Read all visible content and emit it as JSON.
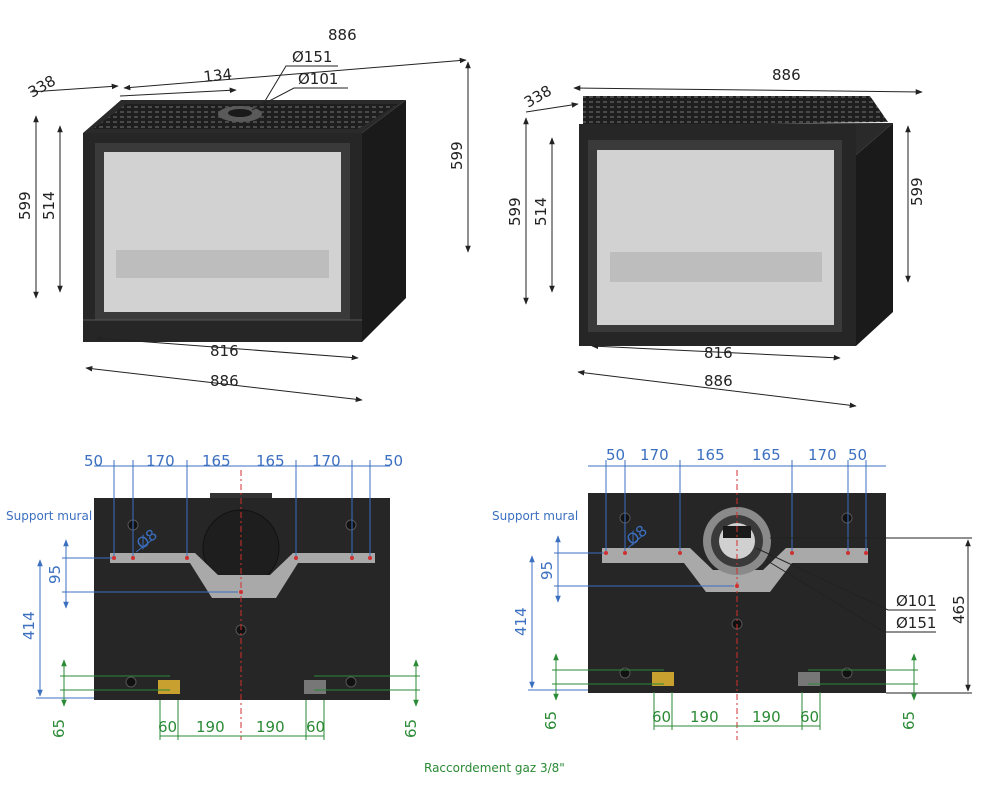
{
  "dimensions": {
    "top_left": {
      "width_top": "886",
      "depth": "338",
      "flue_offset": "134",
      "flue_outer": "Ø151",
      "flue_inner": "Ø101",
      "height_right": "599",
      "height_left": "599",
      "glass_height": "514",
      "glass_width": "816",
      "width_bottom": "886"
    },
    "top_right": {
      "width_top": "886",
      "depth": "338",
      "height_right": "599",
      "height_left": "599",
      "glass_height": "514",
      "glass_width": "816",
      "width_bottom": "886"
    },
    "bottom_left": {
      "top_spacing": [
        "50",
        "170",
        "165",
        "165",
        "170",
        "50"
      ],
      "hole": "Ø8",
      "v_95": "95",
      "v_414": "414",
      "v_65_left": "65",
      "v_65_right": "65",
      "bottom_spacing": [
        "60",
        "190",
        "190",
        "60"
      ]
    },
    "bottom_right": {
      "top_spacing": [
        "50",
        "170",
        "165",
        "165",
        "170",
        "50"
      ],
      "hole": "Ø8",
      "v_95": "95",
      "v_414": "414",
      "v_465": "465",
      "flue_inner": "Ø101",
      "flue_outer": "Ø151",
      "v_65_left": "65",
      "v_65_right": "65",
      "bottom_spacing": [
        "60",
        "190",
        "190",
        "60"
      ]
    }
  },
  "labels": {
    "support_left": "Support mural",
    "support_right": "Support mural",
    "gas": "Raccordement gaz 3/8\""
  },
  "colors": {
    "body": "#262626",
    "glass": "#d2d2d2",
    "bracket": "#a9a9a9",
    "dimension_black": "#222222",
    "dimension_blue": "#3b6fc0",
    "dimension_green": "#2a8a35",
    "axis_red": "#d23030"
  }
}
